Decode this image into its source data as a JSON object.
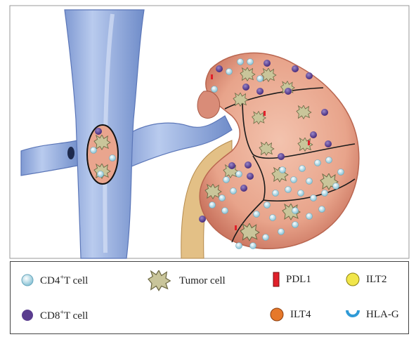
{
  "legend": {
    "cd4": {
      "pre": "CD4",
      "sup": "+",
      "post": "T cell",
      "color": "#bfe3ee"
    },
    "cd8": {
      "pre": "CD8",
      "sup": "+",
      "post": "T cell",
      "color": "#5a3d8f"
    },
    "tumor": {
      "label": "Tumor cell",
      "color": "#c9c59a"
    },
    "pdl1": {
      "label": "PDL1",
      "color": "#e0202a"
    },
    "ilt4": {
      "label": "ILT4",
      "color": "#e6782a"
    },
    "ilt2": {
      "label": "ILT2",
      "color": "#f1e64a"
    },
    "hlag": {
      "label": "HLA-G",
      "color": "#2f9ad6"
    }
  },
  "colors": {
    "vein": "#8fa8dc",
    "vein_dark": "#5b76b8",
    "kidney": "#e9a58e",
    "kidney_edge": "#c56e58",
    "ureter": "#e3c086",
    "tumor": "#c9c59a"
  }
}
